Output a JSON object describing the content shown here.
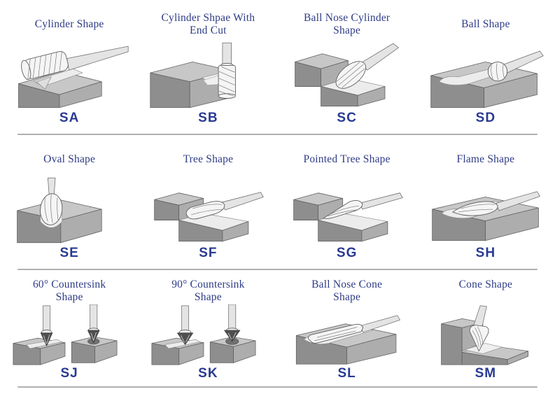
{
  "theme": {
    "background": "#ffffff",
    "title_color": "#2e3b86",
    "code_color": "#293a92",
    "divider_color": "#b0b0b0"
  },
  "rows": [
    {
      "cells": [
        {
          "title": "Cylinder Shape",
          "code": "SA",
          "illustration": "cylinder-burr-on-notched-block"
        },
        {
          "title": "Cylinder Shpae With\nEnd Cut",
          "code": "SB",
          "illustration": "end-cut-cylinder-burr-on-block-edge"
        },
        {
          "title": "Ball Nose Cylinder\nShape",
          "code": "SC",
          "illustration": "ball-nose-cylinder-burr-in-corner"
        },
        {
          "title": "Ball Shape",
          "code": "SD",
          "illustration": "ball-burr-groove-on-block"
        }
      ]
    },
    {
      "cells": [
        {
          "title": "Oval Shape",
          "code": "SE",
          "illustration": "oval-burr-in-u-groove"
        },
        {
          "title": "Tree Shape",
          "code": "SF",
          "illustration": "tree-burr-in-step-corner"
        },
        {
          "title": "Pointed Tree Shape",
          "code": "SG",
          "illustration": "pointed-tree-burr-in-step-corner"
        },
        {
          "title": "Flame Shape",
          "code": "SH",
          "illustration": "flame-burr-on-block-top"
        }
      ]
    },
    {
      "cells": [
        {
          "title": "60° Countersink\nShape",
          "code": "SJ",
          "illustration": "60-degree-countersink-tools-on-blocks"
        },
        {
          "title": "90° Countersink\nShape",
          "code": "SK",
          "illustration": "90-degree-countersink-tools-on-blocks"
        },
        {
          "title": "Ball Nose Cone\nShape",
          "code": "SL",
          "illustration": "ball-nose-cone-burr-on-block"
        },
        {
          "title": "Cone Shape",
          "code": "SM",
          "illustration": "cone-burr-in-corner"
        }
      ]
    }
  ]
}
